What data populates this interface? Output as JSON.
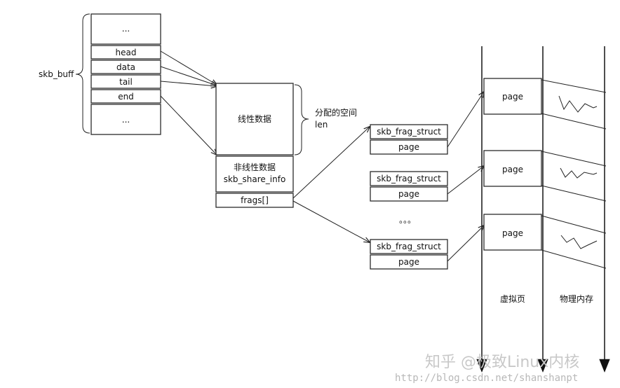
{
  "skb_buff": {
    "label": "skb_buff",
    "fields": [
      "...",
      "head",
      "data",
      "tail",
      "end",
      "..."
    ]
  },
  "linear": {
    "label": "线性数据",
    "alloc_label": "分配的空间",
    "len_label": "len"
  },
  "nonlinear": {
    "line1": "非线性数据",
    "line2": "skb_share_info",
    "frags_label": "frags[]"
  },
  "frag_structs": [
    {
      "name": "skb_frag_struct",
      "page": "page"
    },
    {
      "name": "skb_frag_struct",
      "page": "page"
    },
    {
      "name": "skb_frag_struct",
      "page": "page"
    }
  ],
  "ellipsis": "。。。",
  "virtual_pages": [
    "page",
    "page",
    "page"
  ],
  "columns": {
    "virtual": "虚拟页",
    "physical": "物理内存"
  },
  "watermark": {
    "main": "知乎 @极致Linux内核",
    "url": "http://blog.csdn.net/shanshanpt"
  }
}
